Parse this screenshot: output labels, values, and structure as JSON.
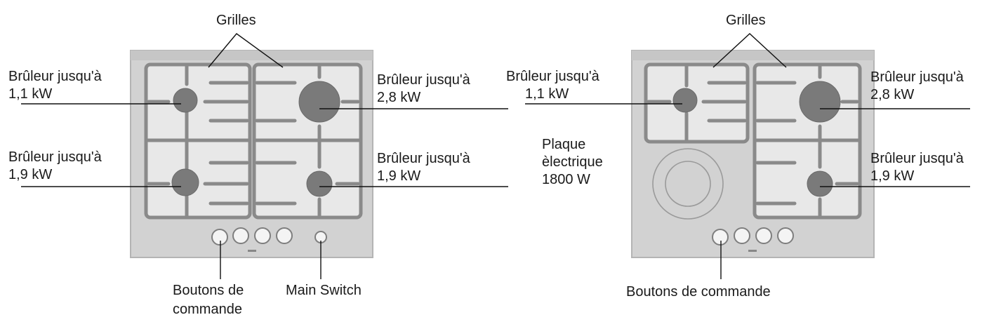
{
  "left_hob": {
    "grilles_label": "Grilles",
    "burner_top_left": [
      "Brûleur jusqu'à",
      "1,1 kW"
    ],
    "burner_bottom_left": [
      "Brûleur jusqu'à",
      "1,9 kW"
    ],
    "burner_top_right": [
      "Brûleur jusqu'à",
      "2,8 kW"
    ],
    "burner_bottom_right": [
      "Brûleur jusqu'à",
      "1,9 kW"
    ],
    "controls_label": [
      "Boutons de",
      "commande"
    ],
    "main_switch_label": "Main Switch"
  },
  "right_hob": {
    "grilles_label": "Grilles",
    "burner_top_left": [
      "Brûleur jusqu'à",
      "1,1 kW"
    ],
    "hotplate": [
      "Plaque",
      "èlectrique",
      "1800 W"
    ],
    "burner_top_right": [
      "Brûleur jusqu'à",
      "2,8 kW"
    ],
    "burner_bottom_right": [
      "Brûleur jusqu'à",
      "1,9 kW"
    ],
    "controls_label": "Boutons de commande"
  },
  "colors": {
    "hob_surface": "#d2d2d2",
    "grate": "#8a8a8a",
    "burner": "#7a7a7a"
  }
}
